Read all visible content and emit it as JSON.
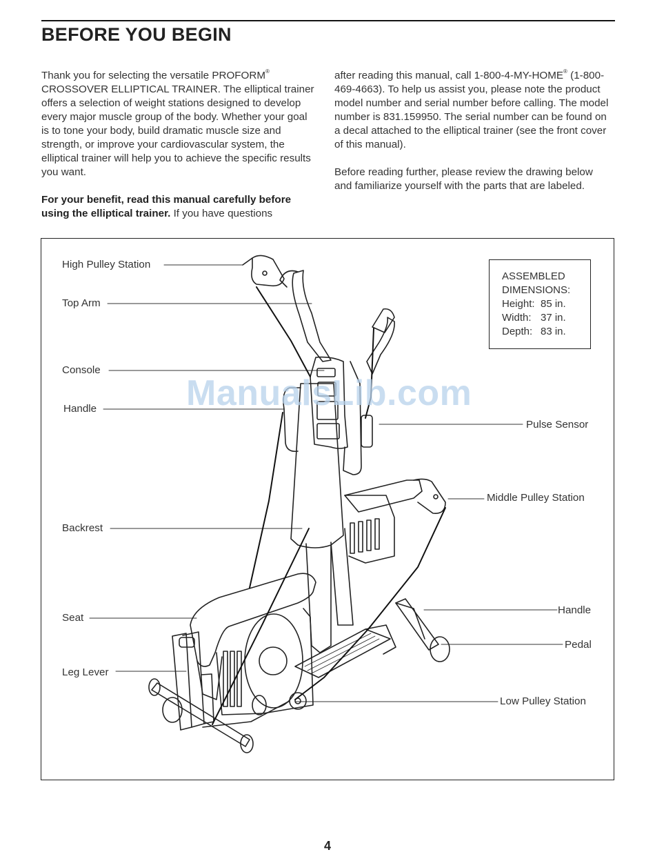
{
  "header": {
    "title": "BEFORE YOU BEGIN"
  },
  "intro": {
    "left_para1_a": "Thank you for selecting the versatile PROFORM",
    "left_para1_reg": "®",
    "left_para1_b": "CROSSOVER ELLIPTICAL TRAINER. The elliptical trainer offers a selection of weight stations designed to develop every major muscle group of the body. Whether your goal is to tone your body, build dramatic muscle size and strength, or improve your cardiovascular system, the elliptical trainer will help you to achieve the specific results you want.",
    "left_para2_bold": "For your benefit, read this manual carefully before using the elliptical trainer.",
    "left_para2_rest": " If you have questions",
    "right_para1_a": "after reading this manual, call 1-800-4-MY-HOME",
    "right_para1_reg": "®",
    "right_para1_b": "(1-800-469-4663). To help us assist you, please note the product model number and serial number before calling. The model number is 831.159950. The serial number can be found on a decal attached to the elliptical trainer (see the front cover of this manual).",
    "right_para2": "Before reading further, please review the drawing below and familiarize yourself with the parts that are labeled."
  },
  "figure": {
    "labels_left": {
      "high_pulley": "High Pulley Station",
      "top_arm": "Top Arm",
      "console": "Console",
      "handle": "Handle",
      "backrest": "Backrest",
      "seat": "Seat",
      "leg_lever": "Leg Lever"
    },
    "labels_right": {
      "pulse_sensor": "Pulse Sensor",
      "middle_pulley": "Middle Pulley Station",
      "handle": "Handle",
      "pedal": "Pedal",
      "low_pulley": "Low Pulley Station"
    },
    "dimensions": {
      "title_line1": "ASSEMBLED",
      "title_line2": "DIMENSIONS:",
      "height_label": "Height:",
      "height_value": "85 in.",
      "width_label": "Width:",
      "width_value": "37 in.",
      "depth_label": "Depth:",
      "depth_value": "83 in."
    }
  },
  "watermark": "ManualsLib.com",
  "footer": {
    "page_number": "4"
  }
}
